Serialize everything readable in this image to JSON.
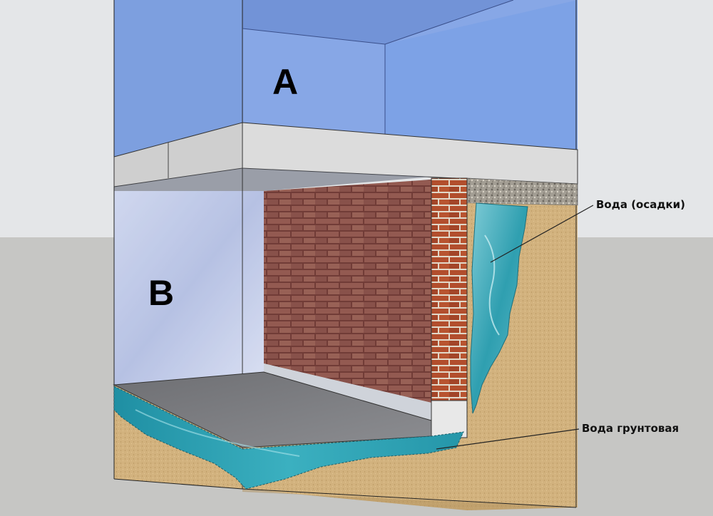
{
  "labels": {
    "room_upper": "A",
    "room_basement": "B",
    "water_precipitation": "Вода (осадки)",
    "water_ground": "Вода грунтовая"
  },
  "colors": {
    "room_upper": "#7da2e6",
    "room_basement": "#b9c5e6",
    "slab": "#dcdcdc",
    "brick": "#a05840",
    "soil": "#d2b27e",
    "water": "#2f9fb0",
    "gravel": "#a39e94",
    "floor": "#6a6b6f"
  }
}
